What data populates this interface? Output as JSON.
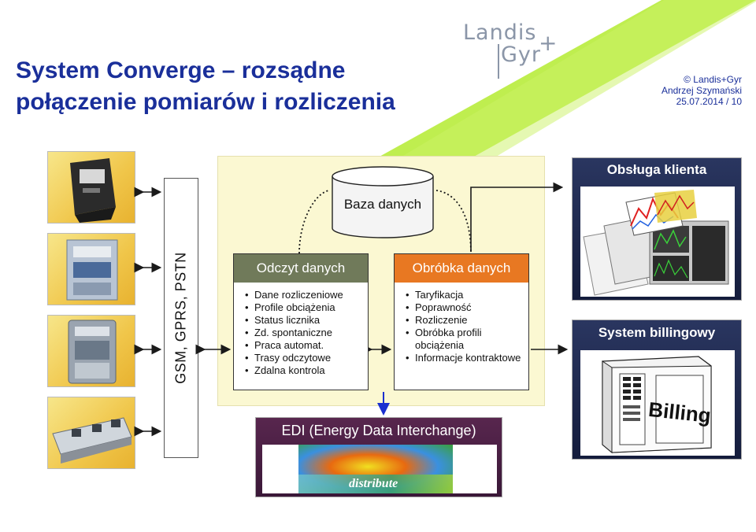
{
  "title": {
    "line1": "System Converge – rozsądne",
    "line2": "połączenie pomiarów i rozliczenia"
  },
  "logo": {
    "line1": "Landis",
    "line2": "Gyr",
    "plus": "+"
  },
  "copyright": {
    "company": "© Landis+Gyr",
    "author": "Andrzej Szymański",
    "date_page": "25.07.2014 / 10"
  },
  "network_label": "GSM, GPRS, PSTN",
  "database_label": "Baza danych",
  "panels": {
    "reading": {
      "title": "Odczyt danych",
      "items": [
        "Dane rozliczeniowe",
        "Profile obciążenia",
        "Status licznika",
        "Zd. spontaniczne",
        "Praca automat.",
        "Trasy odczytowe",
        "Zdalna kontrola"
      ]
    },
    "processing": {
      "title": "Obróbka danych",
      "items": [
        "Taryfikacja",
        "Poprawność",
        "Rozliczenie",
        "Obróbka profili obciążenia",
        "Informacje kontraktowe"
      ]
    },
    "customer_service": {
      "title": "Obsługa klienta"
    },
    "billing": {
      "title": "System billingowy",
      "screen_text": "Billing"
    },
    "edi": {
      "title": "EDI (Energy Data Interchange)",
      "banner_text": "distribute"
    }
  },
  "colors": {
    "title_blue": "#1a2f9a",
    "reading_header": "#707a5a",
    "processing_header": "#e87822",
    "stripe_green": "#b8ec3c",
    "box_bg": "#fbf8d2"
  }
}
